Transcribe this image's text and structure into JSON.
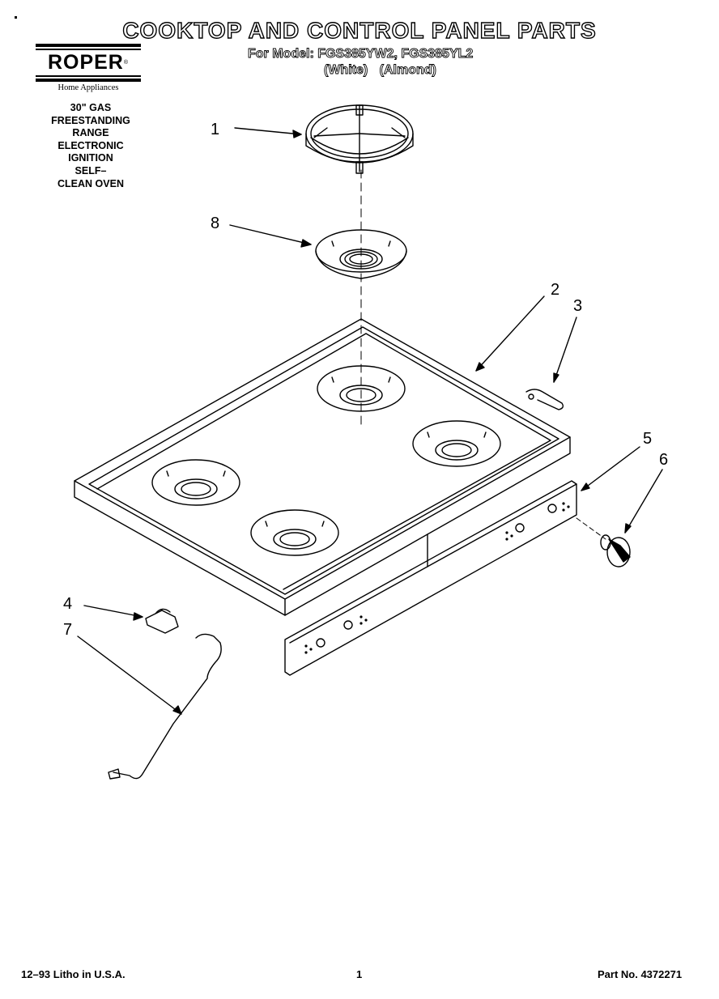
{
  "header": {
    "title": "COOKTOP AND CONTROL PANEL PARTS",
    "model_line": "For Model: FGS385YW2, FGS385YL2",
    "color_line": "(White) (Almond)"
  },
  "logo": {
    "brand": "ROPER",
    "trademark": "®",
    "tagline": "Home Appliances"
  },
  "description": [
    "30\" GAS",
    "FREESTANDING",
    "RANGE",
    "ELECTRONIC",
    "IGNITION",
    "SELF–",
    "CLEAN OVEN"
  ],
  "callouts": {
    "c1": "1",
    "c2": "2",
    "c3": "3",
    "c4": "4",
    "c5": "5",
    "c6": "6",
    "c7": "7",
    "c8": "8"
  },
  "footer": {
    "date_litho": "12–93  Litho in U.S.A.",
    "page": "1",
    "part_no": "Part No. 4372271"
  }
}
